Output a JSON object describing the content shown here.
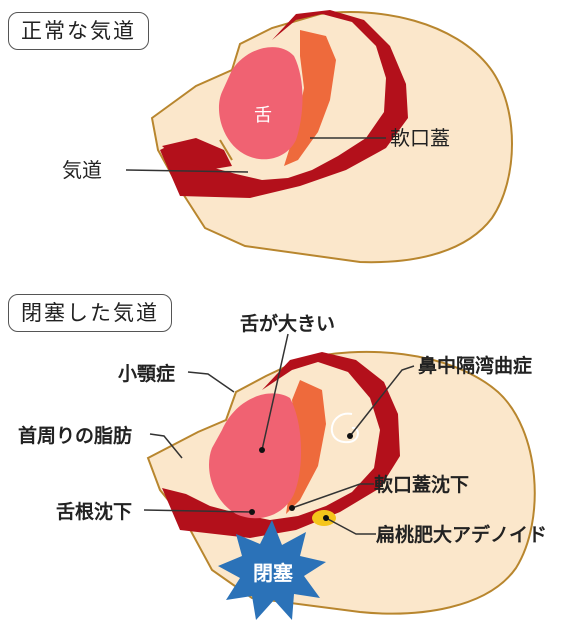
{
  "panels": {
    "normal": {
      "title": "正常な気道",
      "labels": {
        "tongue": "舌",
        "soft_palate": "軟口蓋",
        "airway": "気道"
      }
    },
    "obstructed": {
      "title": "閉塞した気道",
      "labels": {
        "big_tongue": "舌が大きい",
        "small_jaw": "小顎症",
        "neck_fat": "首周りの脂肪",
        "septum": "鼻中隔湾曲症",
        "soft_palate_drop": "軟口蓋沈下",
        "tongue_root_drop": "舌根沈下",
        "tonsils": "扁桃肥大アデノイド",
        "obstruction": "閉塞"
      }
    }
  },
  "colors": {
    "skin": "#fbe7cb",
    "outline": "#b8862e",
    "dark_red": "#b3101b",
    "tongue_pink": "#f06272",
    "soft_palate_orange": "#ee6a3c",
    "tonsil_yellow": "#f5c51b",
    "burst_blue": "#2b72b8"
  }
}
